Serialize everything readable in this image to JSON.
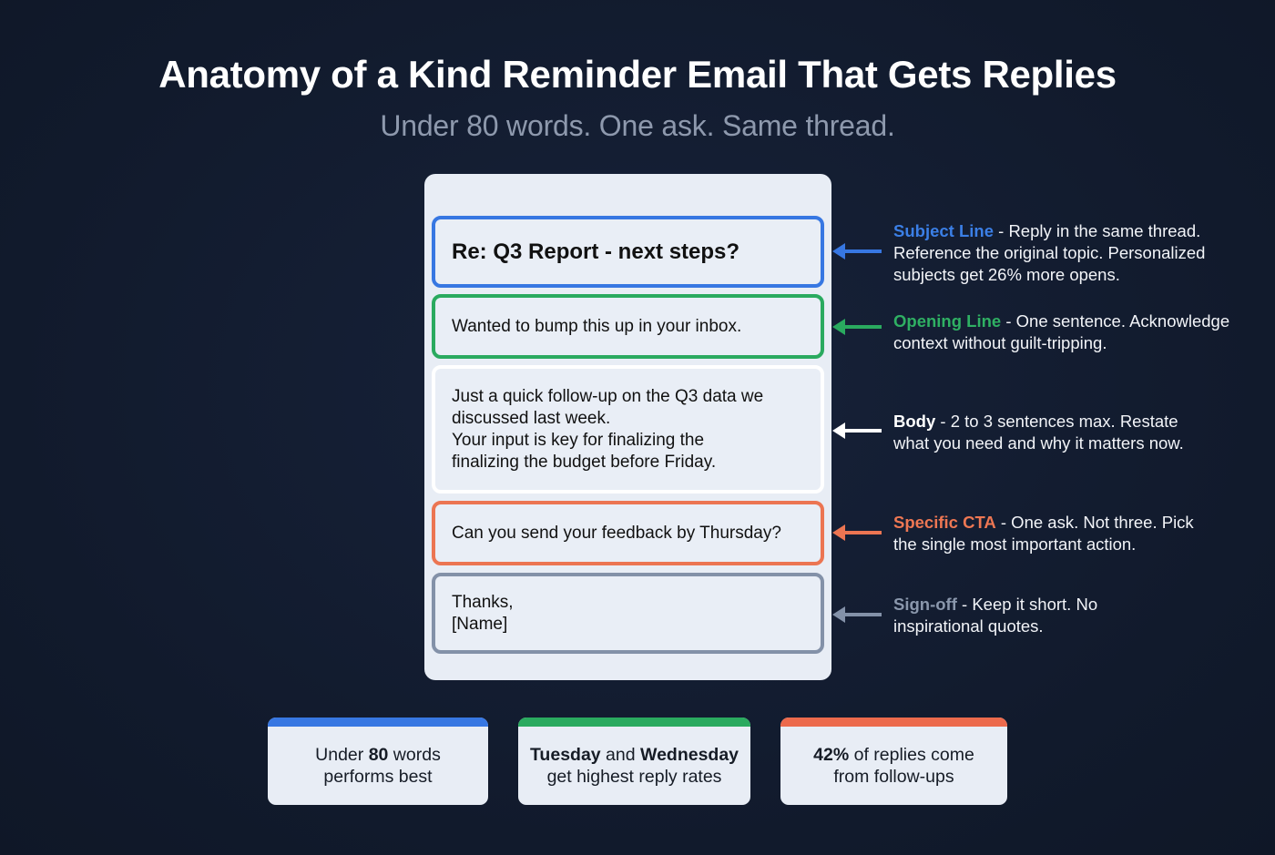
{
  "header": {
    "title": "Anatomy of a Kind Reminder Email That Gets Replies",
    "subtitle": "Under 80 words. One ask. Same thread."
  },
  "colors": {
    "background": "#121b2e",
    "subject": "#3777e2",
    "opening": "#2aaa5f",
    "body": "#ffffff",
    "cta": "#ec7552",
    "signoff": "#8391a8"
  },
  "email": {
    "subject": "Re: Q3 Report - next steps?",
    "opening": "Wanted to bump this up in your inbox.",
    "body_lines": [
      "Just a quick follow-up on the Q3 data we",
      "discussed last week.",
      "Your input is key for finalizing the",
      "finalizing the budget before Friday."
    ],
    "cta": "Can you send your feedback by Thursday?",
    "signoff_lines": [
      "Thanks,",
      "[Name]"
    ]
  },
  "annotations": [
    {
      "label": "Subject Line",
      "text": " - Reply in the same thread. Reference the original topic. Personalized subjects get 26% more opens."
    },
    {
      "label": "Opening Line",
      "text": " - One sentence. Acknowledge context without guilt-tripping."
    },
    {
      "label": "Body",
      "text": " - 2 to 3 sentences max. Restate what you need and why it matters now."
    },
    {
      "label": "Specific CTA",
      "text": " - One ask. Not three. Pick the single most important action."
    },
    {
      "label": "Sign-off",
      "text": " - Keep it short. No inspirational quotes."
    }
  ],
  "stats": [
    {
      "pre": "Under ",
      "bold": "80",
      "mid": " words",
      "line2": "performs best"
    },
    {
      "bold1": "Tuesday",
      "mid": " and ",
      "bold2": "Wednesday",
      "line2": "get highest reply rates"
    },
    {
      "bold": "42%",
      "mid": " of replies come",
      "line2": "from follow-ups"
    }
  ]
}
